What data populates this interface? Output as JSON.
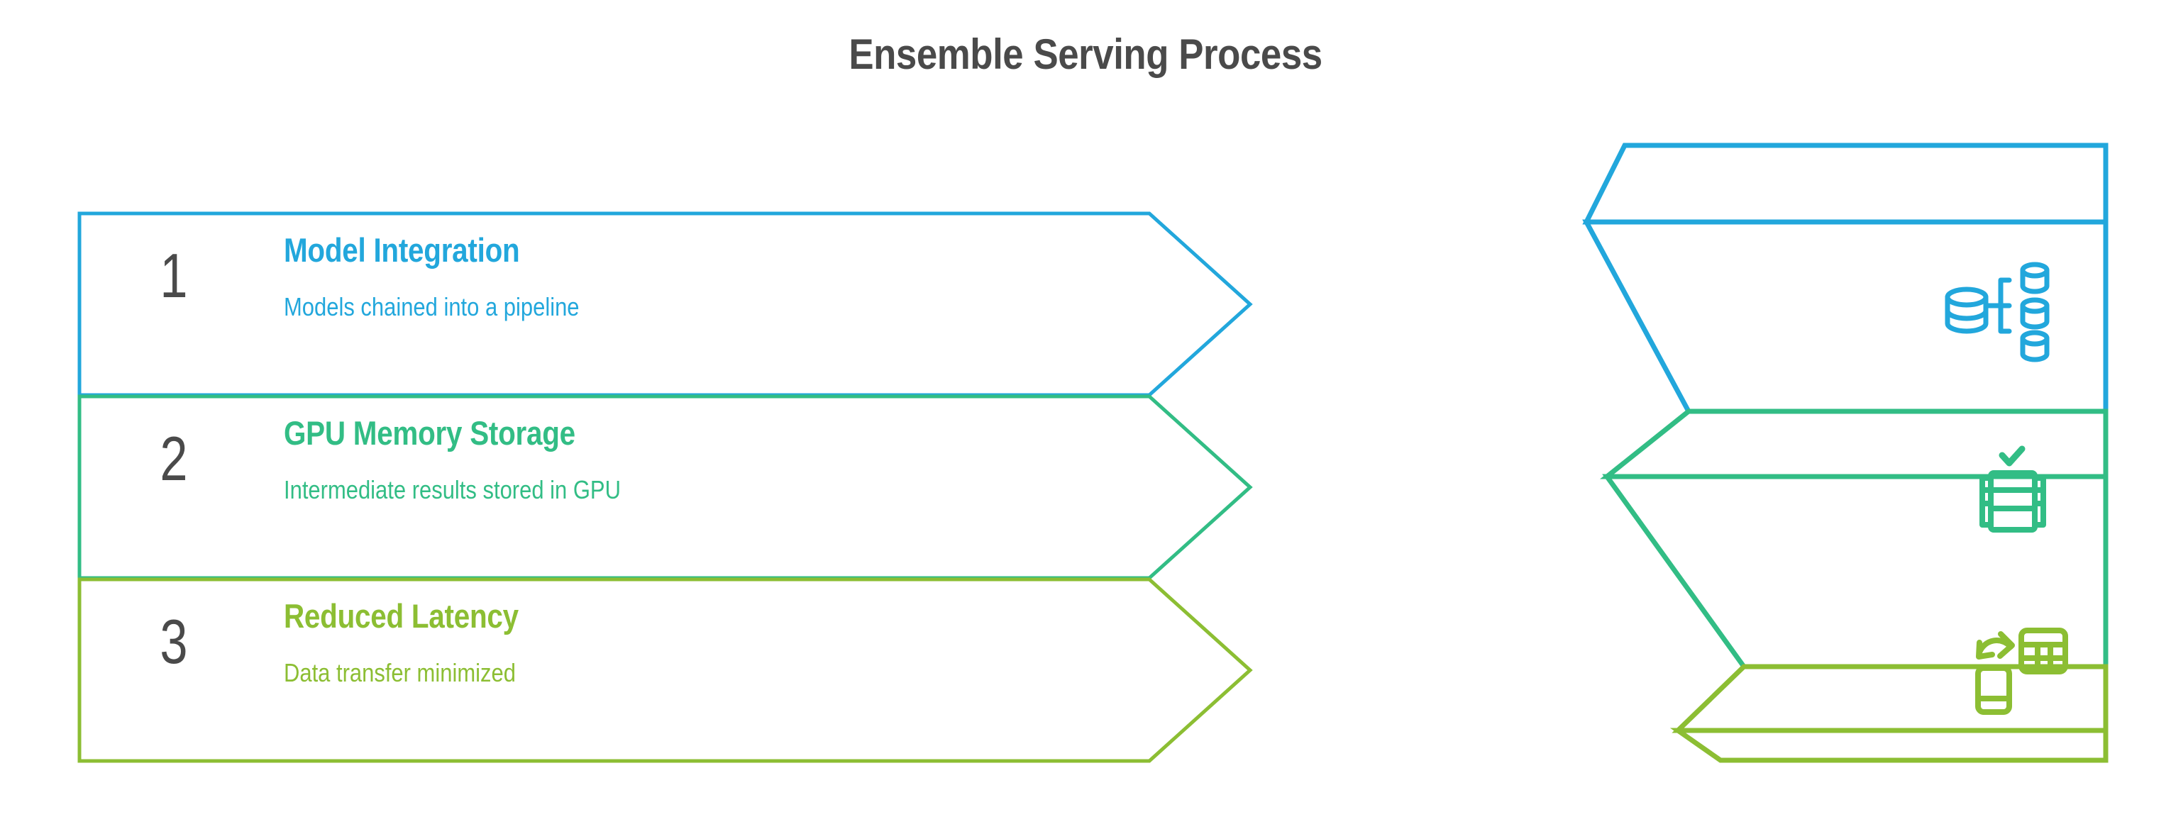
{
  "title": "Ensemble Serving Process",
  "colors": {
    "title_text": "#4a4a4a",
    "number_text": "#4a4a4a",
    "step1": "#22a7dc",
    "step2": "#32bd85",
    "step3": "#8cbe33",
    "background": "#ffffff"
  },
  "steps": [
    {
      "number": "1",
      "title": "Model Integration",
      "description": "Models chained into a pipeline",
      "color": "#22a7dc",
      "icon": "database-split-icon"
    },
    {
      "number": "2",
      "title": "GPU Memory Storage",
      "description": "Intermediate results stored in GPU",
      "color": "#32bd85",
      "icon": "memory-chip-check-icon"
    },
    {
      "number": "3",
      "title": "Reduced Latency",
      "description": "Data transfer minimized",
      "color": "#8cbe33",
      "icon": "data-transfer-icon"
    }
  ],
  "funnel": {
    "bands": [
      {
        "color": "#22a7dc",
        "icon": "database-split-icon"
      },
      {
        "color": "#32bd85",
        "icon": "memory-chip-check-icon"
      },
      {
        "color": "#8cbe33",
        "icon": "data-transfer-icon"
      }
    ]
  }
}
